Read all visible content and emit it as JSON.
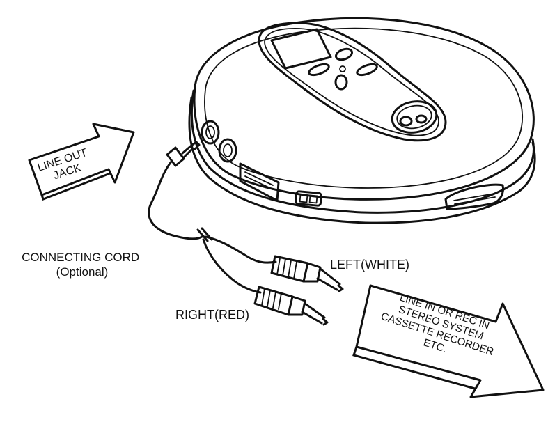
{
  "labels": {
    "line_out_jack": [
      "LINE OUT",
      "JACK"
    ],
    "connecting_cord": [
      "CONNECTING CORD",
      "(Optional)"
    ],
    "left_white": "LEFT(WHITE)",
    "right_red": "RIGHT(RED)",
    "line_in": [
      "LINE IN OR REC IN",
      "STEREO SYSTEM",
      "CASSETTE RECORDER",
      "ETC."
    ]
  },
  "icons": {
    "device": "portable-cd-player-icon",
    "arrow_in": "arrow-right-icon",
    "arrow_out": "arrow-right-icon",
    "cord": "rca-cable-icon"
  },
  "colors": {
    "ink": "#111111",
    "paper": "#ffffff"
  }
}
